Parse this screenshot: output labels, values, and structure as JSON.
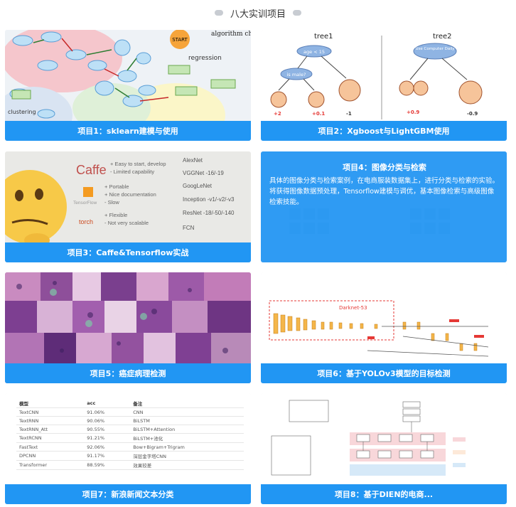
{
  "section": {
    "title": "八大实训项目"
  },
  "projects": [
    {
      "label": "项目1：sklearn建模与使用"
    },
    {
      "label": "项目2：Xgboost与LightGBM使用"
    },
    {
      "label": "项目3：Caffe&Tensorflow实战"
    },
    {
      "label": "项目4：图像分类与检索",
      "description": "具体的图像分类与检索案例，在电商服装数据集上，进行分类与检索的实验。将获得图像数据预处理，Tensorflow建模与调优，基本图像检索与高级图像检索技能。"
    },
    {
      "label": "项目5：癌症病理检测"
    },
    {
      "label": "项目6：基于YOLOv3模型的目标检测"
    },
    {
      "label": "项目7：新浪新闻文本分类"
    },
    {
      "label": "项目8：基于DIEN的电商..."
    }
  ],
  "thumb1": {
    "title": "algorithm cheat-she",
    "start": "START",
    "regression": "regression",
    "clustering": "clustering"
  },
  "thumb2": {
    "tree1": "tree1",
    "tree2": "tree2",
    "q1": "age < 15",
    "q2": "is male?",
    "q3": "Use Computer Daily",
    "leaf1": "+2",
    "leaf2": "+0.1",
    "leaf3": "-1",
    "leaf4": "+0.9",
    "leaf5": "-0.9"
  },
  "thumb3": {
    "caffe": "Caffe",
    "tensorflow": "TensorFlow",
    "torch": "torch",
    "caffe_notes": [
      "+ Easy to start, develop",
      "- Limited capability"
    ],
    "tf_notes": [
      "+ Portable",
      "+ Nice documentation",
      "- Slow"
    ],
    "torch_notes": [
      "+ Flexible",
      "- Not very scalable"
    ],
    "models": [
      "AlexNet",
      "VGGNet -16/-19",
      "GoogLeNet",
      "Inception -v1/-v2/-v3",
      "ResNet -18/-50/-140",
      "FCN"
    ]
  },
  "thumb6": {
    "label": "Darknet-53"
  },
  "thumb7": {
    "headers": [
      "模型",
      "acc",
      "备注"
    ],
    "rows": [
      [
        "TextCNN",
        "91.06%",
        "CNN"
      ],
      [
        "TextRNN",
        "90.06%",
        "BiLSTM"
      ],
      [
        "TextRNN_Att",
        "90.55%",
        "BiLSTM+Attention"
      ],
      [
        "TextRCNN",
        "91.21%",
        "BiLSTM+池化"
      ],
      [
        "FastText",
        "92.06%",
        "Bow+Bigram+Trigram"
      ],
      [
        "DPCNN",
        "91.17%",
        "深层金字塔CNN"
      ],
      [
        "Transformer",
        "88.59%",
        "效果较差"
      ]
    ]
  },
  "colors": {
    "accent": "#2196f3",
    "overlay": "rgba(33,150,243,0.93)"
  }
}
